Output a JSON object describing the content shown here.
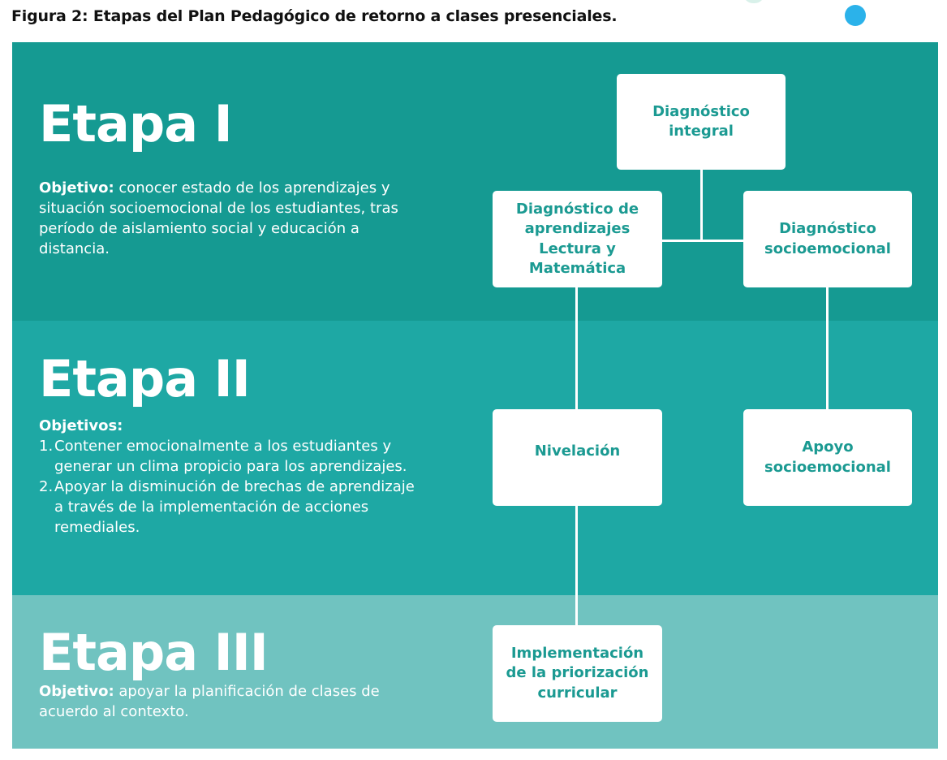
{
  "figure": {
    "title": "Figura 2: Etapas del Plan Pedagógico de retorno a clases presenciales."
  },
  "stages": [
    {
      "title": "Etapa I",
      "objective_label": "Objetivo:",
      "objective_text": " conocer estado de los aprendizajes y situación socioemocional de los estudiantes, tras período de aislamiento social y educación a distancia."
    },
    {
      "title": "Etapa II",
      "objective_label": "Objetivos:",
      "objectives": [
        {
          "num": "1.",
          "text": "Contener emocionalmente a los estudiantes y generar un clima propicio para los aprendizajes."
        },
        {
          "num": "2.",
          "text": "Apoyar la disminución de brechas de aprendizaje a través de la implementación de acciones remediales."
        }
      ]
    },
    {
      "title": "Etapa III",
      "objective_label": "Objetivo:",
      "objective_text": " apoyar la planificación de clases de acuerdo al contexto."
    }
  ],
  "boxes": {
    "diag_integral": "Diagnóstico integral",
    "diag_aprendizajes": "Diagnóstico de aprendizajes Lectura y Matemática",
    "diag_socioemocional": "Diagnóstico socioemocional",
    "nivelacion": "Nivelación",
    "apoyo_socioemocional": "Apoyo socioemocional",
    "priorizacion": "Implementación de la priorización curricular"
  },
  "colors": {
    "stage1": "#159a92",
    "stage2": "#1ea8a4",
    "stage3": "#70c3c0",
    "box_text": "#1b9a92",
    "accent_dot": "#2bb2ea"
  }
}
